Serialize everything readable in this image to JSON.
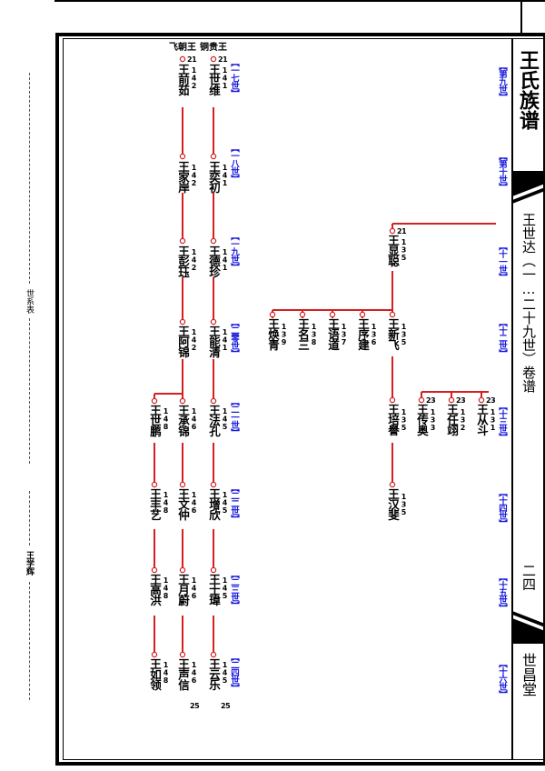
{
  "spine": {
    "title": "王氏族谱",
    "volume": "王世达（一…二十九世）卷谱",
    "page_no": "二四",
    "hall": "世昌堂"
  },
  "margin": {
    "label_top": "世系表",
    "label_bottom": "王学辉"
  },
  "generations": [
    "【第九世】",
    "【第十世】",
    "【十一世】",
    "【十二世】",
    "【十三世】",
    "【十四世】",
    "【十五世】",
    "【十六世】",
    "【一七世】",
    "【一八世】",
    "【一九世】",
    "【二零世】",
    "【二一世】",
    "【二二世】",
    "【二三世】",
    "【二四世】"
  ],
  "people": [
    {
      "id": "p1",
      "name": "王显聪",
      "num": "135",
      "parent_num": "21"
    },
    {
      "id": "p2",
      "name": "王新飞",
      "num": "135"
    },
    {
      "id": "p3",
      "name": "王序建",
      "num": "136"
    },
    {
      "id": "p4",
      "name": "王语道",
      "num": "137"
    },
    {
      "id": "p5",
      "name": "王名三",
      "num": "138"
    },
    {
      "id": "p6",
      "name": "王焕青",
      "num": "139"
    },
    {
      "id": "p7",
      "name": "王培譽",
      "num": "135"
    },
    {
      "id": "p8",
      "name": "王汉斐",
      "num": "135"
    },
    {
      "id": "p9",
      "name": "王从斗",
      "num": "131",
      "parent_num": "23"
    },
    {
      "id": "p10",
      "name": "王任翊",
      "num": "132",
      "parent_num": "23"
    },
    {
      "id": "p11",
      "name": "王传奥",
      "num": "133",
      "parent_num": "23"
    },
    {
      "id": "p12",
      "name": "王世维",
      "num": "141",
      "parent_num": "21"
    },
    {
      "id": "p13",
      "name": "王奕初",
      "num": "141"
    },
    {
      "id": "p14",
      "name": "王德珍",
      "num": "141"
    },
    {
      "id": "p15",
      "name": "王能清",
      "num": "141"
    },
    {
      "id": "p16",
      "name": "王法孔",
      "num": "145"
    },
    {
      "id": "p17",
      "name": "王增欣",
      "num": "145"
    },
    {
      "id": "p18",
      "name": "王士瑋",
      "num": "145"
    },
    {
      "id": "p19",
      "name": "王云乐",
      "num": "145",
      "next_num": "25"
    },
    {
      "id": "p20",
      "name": "王前茹",
      "num": "142",
      "parent_num": "21"
    },
    {
      "id": "p21",
      "name": "王家岸",
      "num": "142"
    },
    {
      "id": "p22",
      "name": "王彭珏",
      "num": "142"
    },
    {
      "id": "p23",
      "name": "王阿锦",
      "num": "142"
    },
    {
      "id": "p24",
      "name": "王承锦",
      "num": "146"
    },
    {
      "id": "p25",
      "name": "王文仲",
      "num": "146"
    },
    {
      "id": "p26",
      "name": "王月蔚",
      "num": "146"
    },
    {
      "id": "p27",
      "name": "王声信",
      "num": "146",
      "next_num": "25"
    },
    {
      "id": "p28",
      "name": "王世鹏",
      "num": "148"
    },
    {
      "id": "p29",
      "name": "王丰艺",
      "num": "148"
    },
    {
      "id": "p30",
      "name": "王高洪",
      "num": "148"
    },
    {
      "id": "p31",
      "name": "王如领",
      "num": "148"
    }
  ],
  "column_heads": [
    {
      "text": "铜贵王"
    },
    {
      "text": "飞朝王"
    }
  ],
  "colors": {
    "line": "#d42020",
    "generation": "#1a1adb",
    "ink": "#000000"
  }
}
